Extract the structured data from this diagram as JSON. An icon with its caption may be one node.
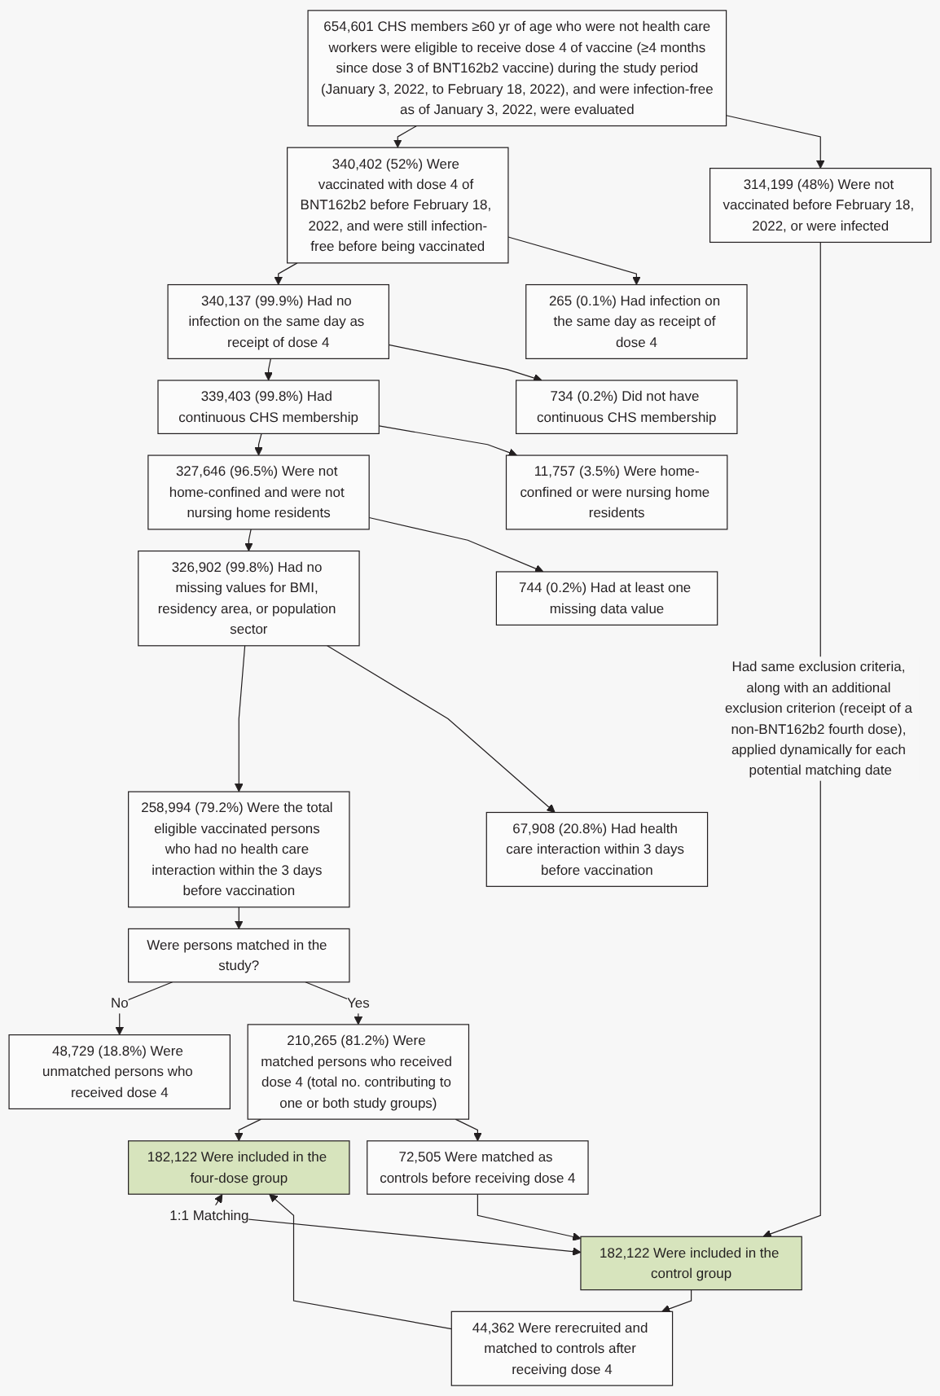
{
  "diagram": {
    "nodes": [
      {
        "text": [
          "654,601 CHS members ≥60 yr of age who were not health care workers were eligible to receive dose 4 of vaccine (≥4 months since dose 3 of BNT162b2 vaccine) during the study period (January 3, 2022, to February 18, 2022), and were infection-free as of January 3, 2022, were evaluated"
        ]
      },
      {
        "text": [
          "340,402 (52%) Were vaccinated with dose 4 of BNT162b2 before February 18, 2022, and were still infection-free before being vaccinated"
        ]
      },
      {
        "text": [
          "314,199 (48%) Were not vaccinated before February 18, 2022, or were infected"
        ]
      },
      {
        "text": [
          "265 (0.1%) Had infection on the same day as receipt of dose 4"
        ]
      },
      {
        "text": [
          "340,137 (99.9%) Had no infection on the same day as receipt of dose 4"
        ]
      },
      {
        "text": [
          "734 (0.2%) Did not have continuous CHS membership"
        ]
      },
      {
        "text": [
          "339,403 (99.8%) Had continuous CHS membership"
        ]
      },
      {
        "text": [
          "11,757 (3.5%) Were home-confined or were nursing home residents"
        ]
      },
      {
        "text": [
          "327,646 (96.5%) Were not home-confined and were not nursing home residents"
        ]
      },
      {
        "text": [
          "744 (0.2%) Had at least one missing data value"
        ]
      },
      {
        "text": [
          "326,902 (99.8%) Had no missing values for BMI, residency area, or population sector"
        ]
      },
      {
        "text": [
          "67,908 (20.8%) Had health care interaction within 3 days before vaccination"
        ]
      },
      {
        "text": [
          "258,994 (79.2%) Were the total eligible vaccinated persons who had no health care interaction within the 3 days before vaccination"
        ]
      },
      {
        "text": [
          "Were persons matched in the study?"
        ]
      },
      {
        "text": [
          "48,729 (18.8%) Were unmatched persons who received dose 4"
        ]
      },
      {
        "text": [
          "210,265 (81.2%) Were matched persons who received dose 4 (total no. contributing to one or both study groups)"
        ]
      },
      {
        "text": [
          "72,505 Were matched as controls before receiving dose 4"
        ]
      },
      {
        "text": [
          "182,122 Were included in the four-dose group"
        ]
      },
      {
        "text": [
          "182,122 Were included in the control group"
        ]
      },
      {
        "text": [
          "44,362 Were rerecruited and matched to controls after receiving dose 4"
        ]
      }
    ],
    "edges": [
      {
        "from": 0,
        "to": 1,
        "arrow": "to"
      },
      {
        "from": 0,
        "to": 2,
        "arrow": "to"
      },
      {
        "from": 1,
        "to": 4,
        "arrow": "to"
      },
      {
        "from": 1,
        "to": 3,
        "arrow": "to"
      },
      {
        "from": 4,
        "to": 6,
        "arrow": "to"
      },
      {
        "from": 4,
        "to": 5,
        "arrow": "to"
      },
      {
        "from": 6,
        "to": 8,
        "arrow": "to"
      },
      {
        "from": 6,
        "to": 7,
        "arrow": "to"
      },
      {
        "from": 8,
        "to": 10,
        "arrow": "to"
      },
      {
        "from": 8,
        "to": 9,
        "arrow": "to"
      },
      {
        "from": 10,
        "to": 12,
        "arrow": "to"
      },
      {
        "from": 10,
        "to": 11,
        "arrow": "to"
      },
      {
        "from": 12,
        "to": 13,
        "arrow": "to"
      },
      {
        "from": 13,
        "to": 14,
        "arrow": "to",
        "label": "No"
      },
      {
        "from": 13,
        "to": 15,
        "arrow": "to",
        "label": "Yes"
      },
      {
        "from": 15,
        "to": 17,
        "arrow": "to"
      },
      {
        "from": 15,
        "to": 16,
        "arrow": "to"
      },
      {
        "from": 16,
        "to": 18,
        "arrow": "to"
      },
      {
        "from": 2,
        "to": 18,
        "arrow": "to",
        "label": "Had same exclusion criteria, along with an additional exclusion criterion (receipt of a non-BNT162b2 fourth dose), applied dynamically for each potential matching date"
      },
      {
        "from": 17,
        "to": 18,
        "arrow": "both",
        "label": "1:1 Matching"
      },
      {
        "from": 18,
        "to": 19,
        "arrow": "to"
      },
      {
        "from": 19,
        "to": 17,
        "arrow": "to"
      }
    ]
  }
}
